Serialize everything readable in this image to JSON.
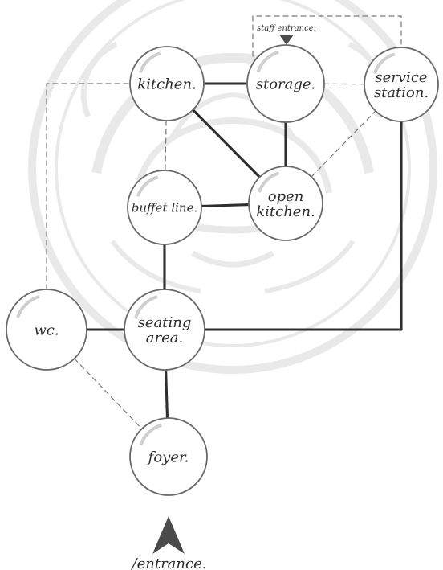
{
  "diagram": {
    "labels": {
      "staff_entrance": "staff entrance.",
      "entrance": "/entrance."
    },
    "nodes": [
      {
        "id": "kitchen",
        "lines": [
          "kitchen."
        ]
      },
      {
        "id": "storage",
        "lines": [
          "storage."
        ]
      },
      {
        "id": "service_station",
        "lines": [
          "service",
          "station."
        ]
      },
      {
        "id": "buffet_line",
        "lines": [
          "buffet line."
        ]
      },
      {
        "id": "open_kitchen",
        "lines": [
          "open",
          "kitchen."
        ]
      },
      {
        "id": "wc",
        "lines": [
          "wc."
        ]
      },
      {
        "id": "seating_area",
        "lines": [
          "seating",
          "area."
        ]
      },
      {
        "id": "foyer",
        "lines": [
          "foyer."
        ]
      }
    ],
    "edges": [
      {
        "from": "kitchen",
        "to": "storage",
        "style": "solid"
      },
      {
        "from": "kitchen",
        "to": "open_kitchen",
        "style": "solid"
      },
      {
        "from": "storage",
        "to": "open_kitchen",
        "style": "solid"
      },
      {
        "from": "buffet_line",
        "to": "open_kitchen",
        "style": "solid"
      },
      {
        "from": "buffet_line",
        "to": "seating_area",
        "style": "solid"
      },
      {
        "from": "wc",
        "to": "seating_area",
        "style": "solid"
      },
      {
        "from": "seating_area",
        "to": "foyer",
        "style": "solid"
      },
      {
        "from": "seating_area",
        "to": "service_station",
        "style": "solid-elbow"
      },
      {
        "from": "kitchen",
        "to": "buffet_line",
        "style": "dashed"
      },
      {
        "from": "storage",
        "to": "service_station",
        "style": "dashed"
      },
      {
        "from": "open_kitchen",
        "to": "service_station",
        "style": "dashed"
      },
      {
        "from": "kitchen",
        "to": "service_station",
        "style": "dashed-top"
      },
      {
        "from": "kitchen",
        "to": "wc",
        "style": "dashed-left"
      },
      {
        "from": "wc",
        "to": "foyer",
        "style": "dashed"
      }
    ]
  }
}
